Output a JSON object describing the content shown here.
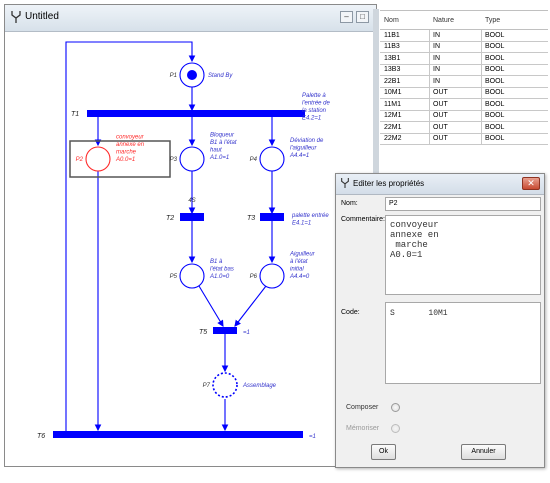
{
  "window": {
    "title": "Untitled",
    "minimize_label": "–",
    "maximize_label": "□"
  },
  "petri": {
    "places": [
      {
        "id": "p1",
        "label": "P1",
        "desc": [
          "Stand By"
        ],
        "token": true,
        "style": "normal"
      },
      {
        "id": "p2",
        "label": "P2",
        "desc": [
          "convoyeur",
          "annexe en",
          "marche",
          "A0.0=1"
        ],
        "token": false,
        "style": "selected"
      },
      {
        "id": "p3",
        "label": "P3",
        "desc": [
          "Bloqueur",
          "B1 à l'état",
          "haut",
          "A1.0=1"
        ],
        "token": false,
        "style": "normal"
      },
      {
        "id": "p4",
        "label": "P4",
        "desc": [
          "Déviation de",
          "l'aiguilleur",
          "A4.4=1"
        ],
        "token": false,
        "style": "normal"
      },
      {
        "id": "p5",
        "label": "P5",
        "desc": [
          "B1 à",
          "l'état bas",
          "A1.0=0"
        ],
        "token": false,
        "style": "normal"
      },
      {
        "id": "p6",
        "label": "P6",
        "desc": [
          "Aiguilleur",
          "à l'état",
          "initial",
          "A4.4=0"
        ],
        "token": false,
        "style": "normal"
      },
      {
        "id": "p7",
        "label": "P7",
        "desc": [
          "Assemblage"
        ],
        "token": false,
        "style": "dashed"
      }
    ],
    "transitions": [
      {
        "id": "t1",
        "label": "T1",
        "cond": [
          "Palette à",
          "l'entrée de",
          "la station",
          "E4.2=1"
        ]
      },
      {
        "id": "t2",
        "label": "T2",
        "cond": []
      },
      {
        "id": "t3",
        "label": "T3",
        "cond": [
          "palette entrée",
          "E4.1=1"
        ]
      },
      {
        "id": "t5",
        "label": "T5",
        "cond": [
          "=1"
        ]
      },
      {
        "id": "t6",
        "label": "T6",
        "cond": [
          "=1"
        ]
      }
    ],
    "delay_label": "4S"
  },
  "table": {
    "headers": [
      "Nom",
      "Nature",
      "Type"
    ],
    "rows": [
      [
        "11B1",
        "IN",
        "BOOL"
      ],
      [
        "11B3",
        "IN",
        "BOOL"
      ],
      [
        "13B1",
        "IN",
        "BOOL"
      ],
      [
        "13B3",
        "IN",
        "BOOL"
      ],
      [
        "22B1",
        "IN",
        "BOOL"
      ],
      [
        "10M1",
        "OUT",
        "BOOL"
      ],
      [
        "11M1",
        "OUT",
        "BOOL"
      ],
      [
        "12M1",
        "OUT",
        "BOOL"
      ],
      [
        "22M1",
        "OUT",
        "BOOL"
      ],
      [
        "22M2",
        "OUT",
        "BOOL"
      ]
    ]
  },
  "dialog": {
    "title": "Editer les propriétés",
    "close_label": "✕",
    "nom_label": "Nom:",
    "nom_value": "P2",
    "commentaire_label": "Commentaire:",
    "commentaire_value": "convoyeur\nannexe en\n marche\nA0.0=1",
    "code_label": "Code:",
    "code_value": "S       10M1",
    "composer_label": "Composer",
    "memoriser_label": "Mémoriser",
    "ok_label": "Ok",
    "annuler_label": "Annuler"
  },
  "colors": {
    "arc_blue": "#0000ff",
    "label_blue": "#3333cc",
    "selected_red": "#ff2a2a"
  }
}
